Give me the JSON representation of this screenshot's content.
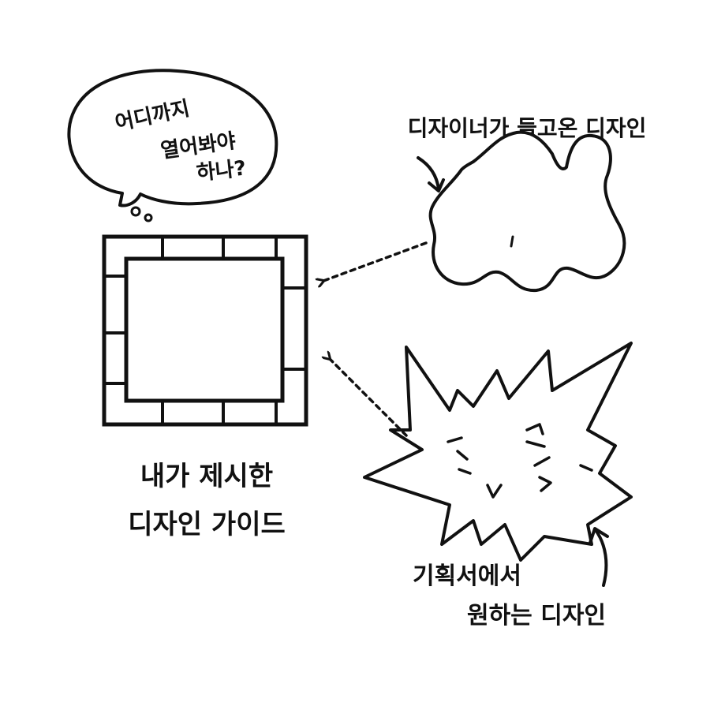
{
  "colors": {
    "background": "#ffffff",
    "ink": "#111111"
  },
  "thought_bubble": {
    "lines": [
      "어디까지",
      "열어봐야",
      "하나?"
    ]
  },
  "guide": {
    "caption_lines": [
      "내가 제시한",
      "디자인 가이드"
    ]
  },
  "designer": {
    "caption": "디자이너가 들고온 디자인"
  },
  "planner": {
    "caption_lines": [
      "기획서에서",
      "원하는 디자인"
    ]
  }
}
